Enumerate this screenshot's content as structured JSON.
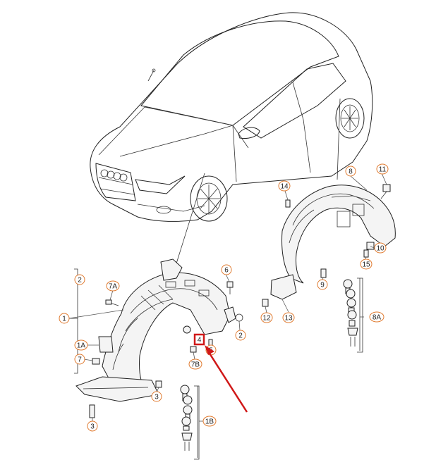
{
  "colors": {
    "callout": "#e07a2f",
    "highlight": "#d01818",
    "ink": "#222222"
  },
  "callouts": {
    "c1": "1",
    "c1A": "1A",
    "c2_bracket": "2",
    "c2": "2",
    "c3a": "3",
    "c3b": "3",
    "c4": "4",
    "c5": "5",
    "c6": "6",
    "c7": "7",
    "c7A": "7A",
    "c7B": "7B",
    "c8": "8",
    "c8A": "8A",
    "c9": "9",
    "c10": "10",
    "c11": "11",
    "c12": "12",
    "c13": "13",
    "c14": "14",
    "c15": "15",
    "c1B": "1B"
  }
}
